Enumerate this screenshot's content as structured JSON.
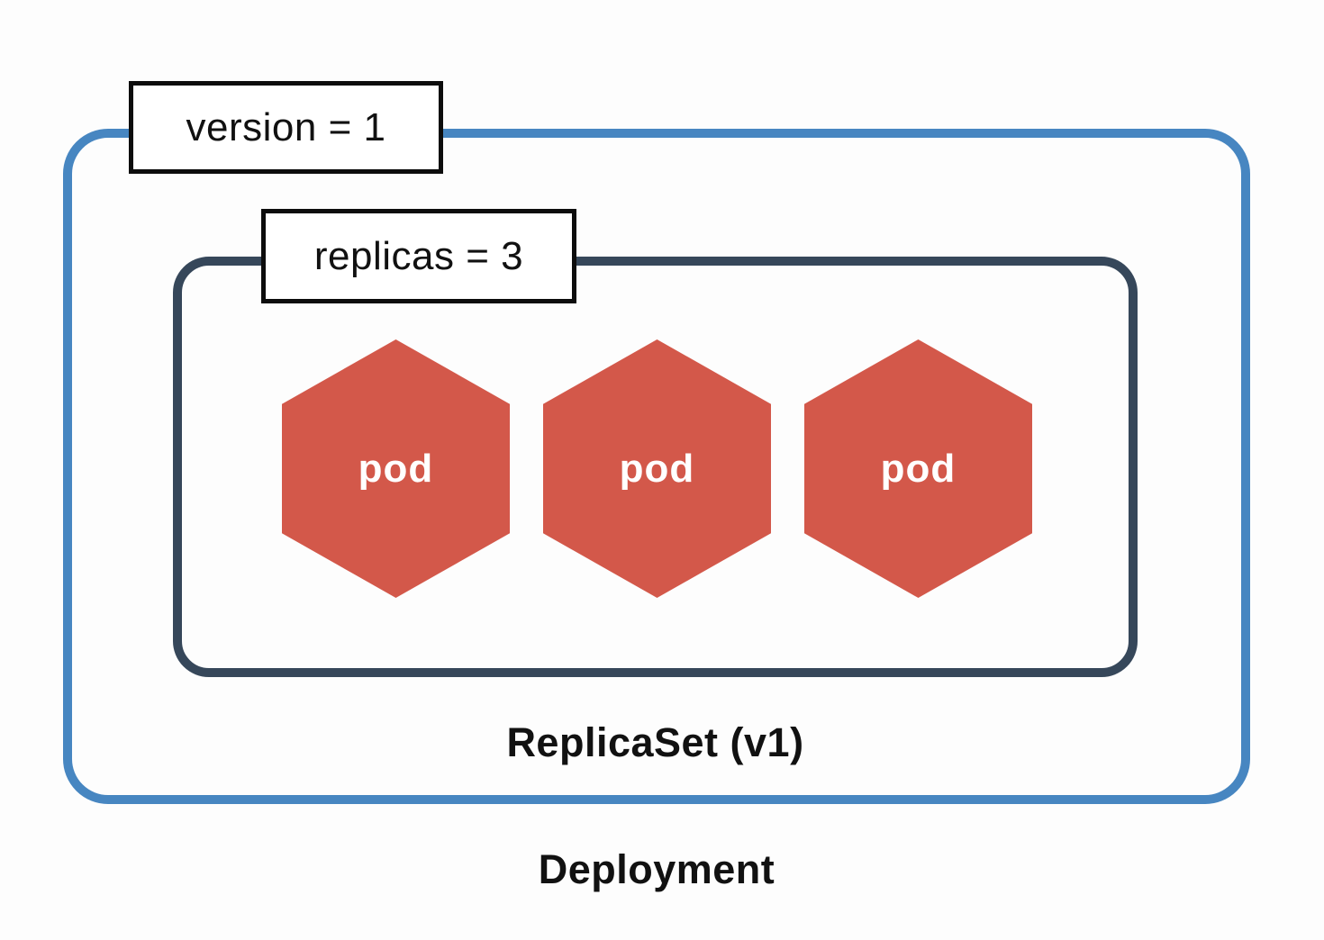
{
  "colors": {
    "background": "#fdfdfd",
    "deployment-border": "#4786C1",
    "replicaset-border": "#36475A",
    "pod-fill": "#D3584A",
    "pod-text": "#ffffff",
    "label-border": "#0d0d0d",
    "text": "#111111"
  },
  "deployment": {
    "label": "Deployment",
    "version_tag": "version = 1"
  },
  "replicaset": {
    "label": "ReplicaSet (v1)",
    "replicas_tag": "replicas = 3"
  },
  "pods": [
    {
      "label": "pod"
    },
    {
      "label": "pod"
    },
    {
      "label": "pod"
    }
  ]
}
